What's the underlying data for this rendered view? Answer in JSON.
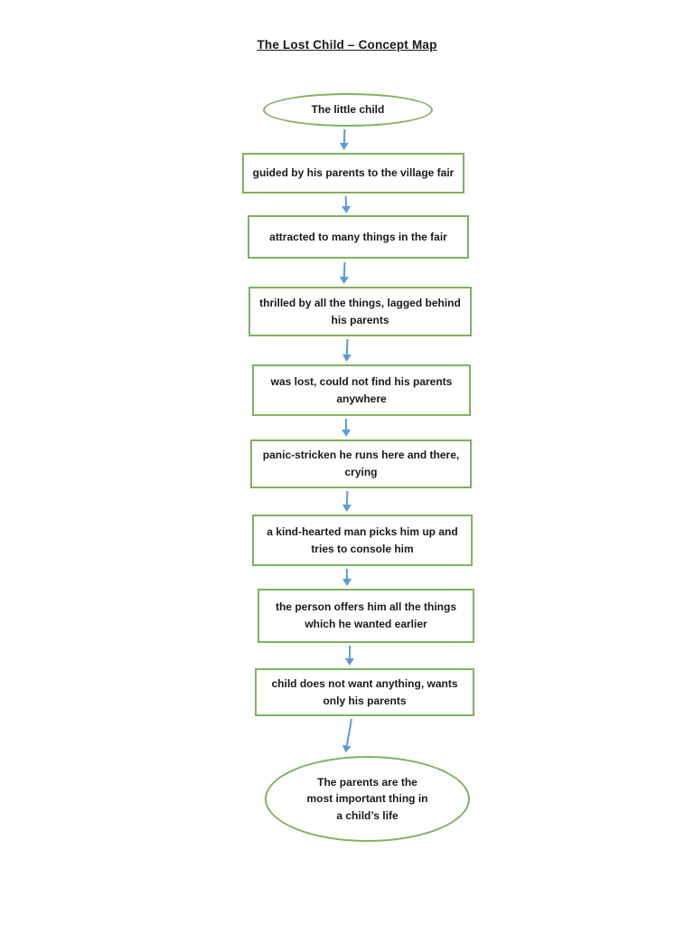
{
  "page": {
    "title": "The Lost Child – Concept Map"
  },
  "colors": {
    "node_border_green": "#7fb25f",
    "arrow_blue": "#5b9bd5",
    "text_black": "#1a1a1a",
    "background_white": "#ffffff"
  },
  "flowchart": {
    "type": "concept-map",
    "direction": "top-down",
    "nodes": [
      {
        "shape": "ellipse",
        "role": "start",
        "text": "The little child"
      },
      {
        "shape": "rect",
        "role": "step",
        "text": "guided by his parents to the village fair"
      },
      {
        "shape": "rect",
        "role": "step",
        "text": "attracted to many things in the fair"
      },
      {
        "shape": "rect",
        "role": "step",
        "text": "thrilled by all the things, lagged behind\nhis parents"
      },
      {
        "shape": "rect",
        "role": "step",
        "text": "was lost, could not find his parents\nanywhere"
      },
      {
        "shape": "rect",
        "role": "step",
        "text": "panic-stricken he runs here and there,\ncrying"
      },
      {
        "shape": "rect",
        "role": "step",
        "text": "a kind-hearted man picks him up and\ntries to console him"
      },
      {
        "shape": "rect",
        "role": "step",
        "text": "the person offers him all the things\nwhich he wanted earlier"
      },
      {
        "shape": "rect",
        "role": "step",
        "text": "child does not want anything, wants\nonly his parents"
      },
      {
        "shape": "ellipse",
        "role": "end",
        "text": "The parents are the\nmost important thing in\na child’s life"
      }
    ],
    "connectors": "down-arrows between consecutive nodes"
  }
}
